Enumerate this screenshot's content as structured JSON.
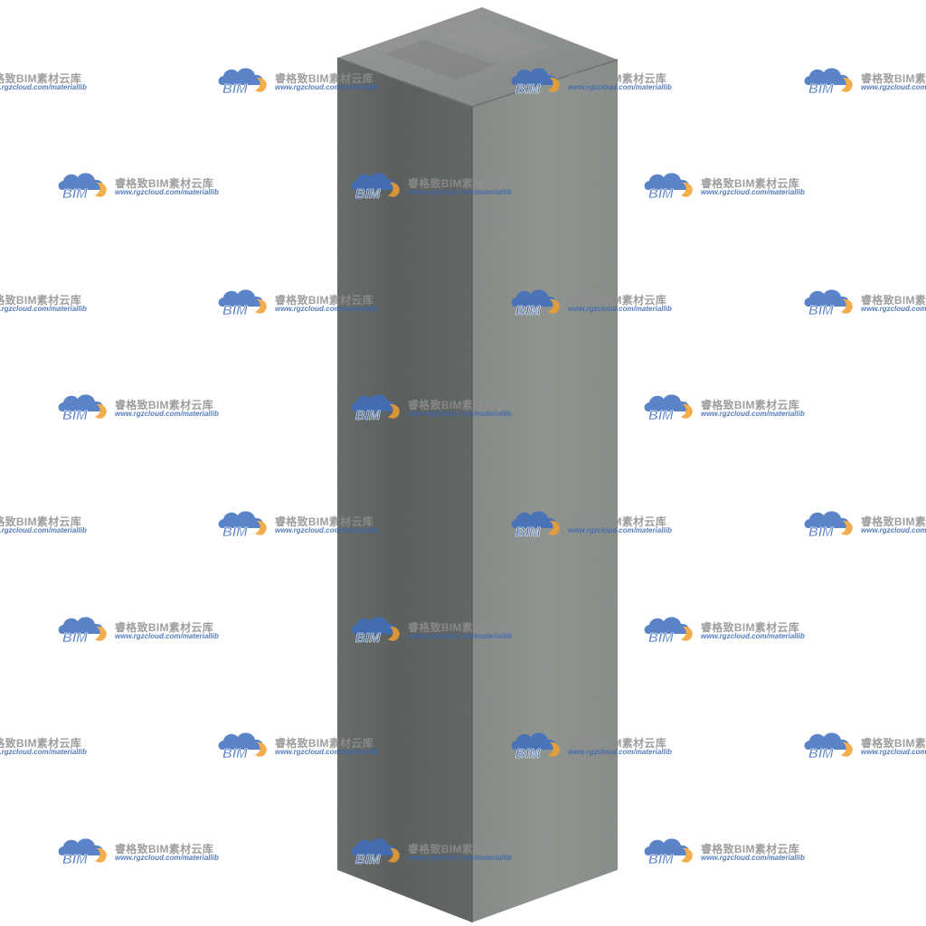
{
  "image": {
    "subject": "concrete-column",
    "colors": {
      "background": "#ffffff",
      "top_face": "#8d908d",
      "left_face": "#626664",
      "right_face": "#8f938f",
      "edge": "#5a5d5b"
    }
  },
  "watermark": {
    "logo_text": "BIM",
    "name": "睿格致BIM素材云库",
    "url": "www.rgzcloud.com/materiallib",
    "colors": {
      "cloud_blue": "#3f6fbf",
      "accent_orange": "#f0a030",
      "name_gray": "#8e8e8e",
      "url_blue": "#3a67b5"
    }
  }
}
